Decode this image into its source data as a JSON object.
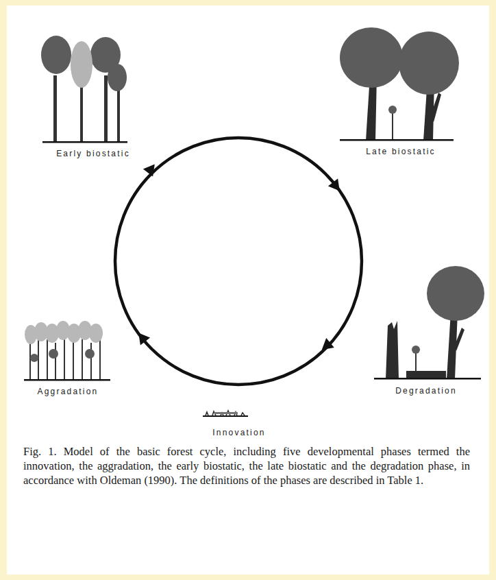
{
  "diagram": {
    "caption": "Fig. 1. Model of the basic forest cycle, including five developmental phases termed the innovation, the aggradation, the early biostatic, the late biostatic and the degradation phase, in accordance with Oldeman (1990). The definitions of the phases are described in Table 1.",
    "labels": [
      "Early biostatic",
      "Late biostatic",
      "Aggradation",
      "Degradation",
      "Innovation"
    ]
  }
}
